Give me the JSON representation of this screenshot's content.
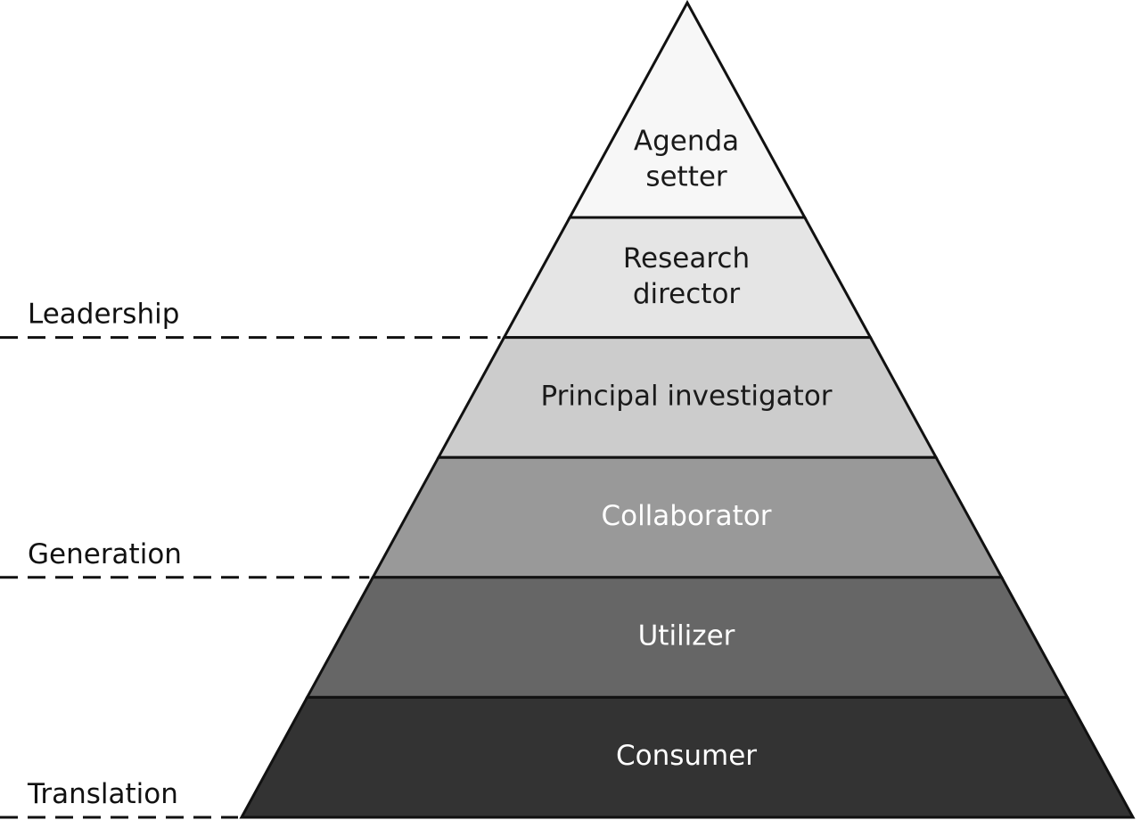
{
  "diagram": {
    "tiers": [
      {
        "lines": [
          "Agenda",
          "setter"
        ],
        "fill": "#f7f7f7",
        "text_color": "#1a1a1a"
      },
      {
        "lines": [
          "Research",
          "director"
        ],
        "fill": "#e5e5e5",
        "text_color": "#1a1a1a"
      },
      {
        "lines": [
          "Principal investigator"
        ],
        "fill": "#cccccc",
        "text_color": "#1a1a1a"
      },
      {
        "lines": [
          "Collaborator"
        ],
        "fill": "#999999",
        "text_color": "#ffffff"
      },
      {
        "lines": [
          "Utilizer"
        ],
        "fill": "#666666",
        "text_color": "#ffffff"
      },
      {
        "lines": [
          "Consumer"
        ],
        "fill": "#333333",
        "text_color": "#ffffff"
      }
    ],
    "levels": [
      {
        "label": "Leadership",
        "after_tier": 2
      },
      {
        "label": "Generation",
        "after_tier": 4
      },
      {
        "label": "Translation",
        "after_tier": 6
      }
    ],
    "outline_color": "#111111"
  }
}
